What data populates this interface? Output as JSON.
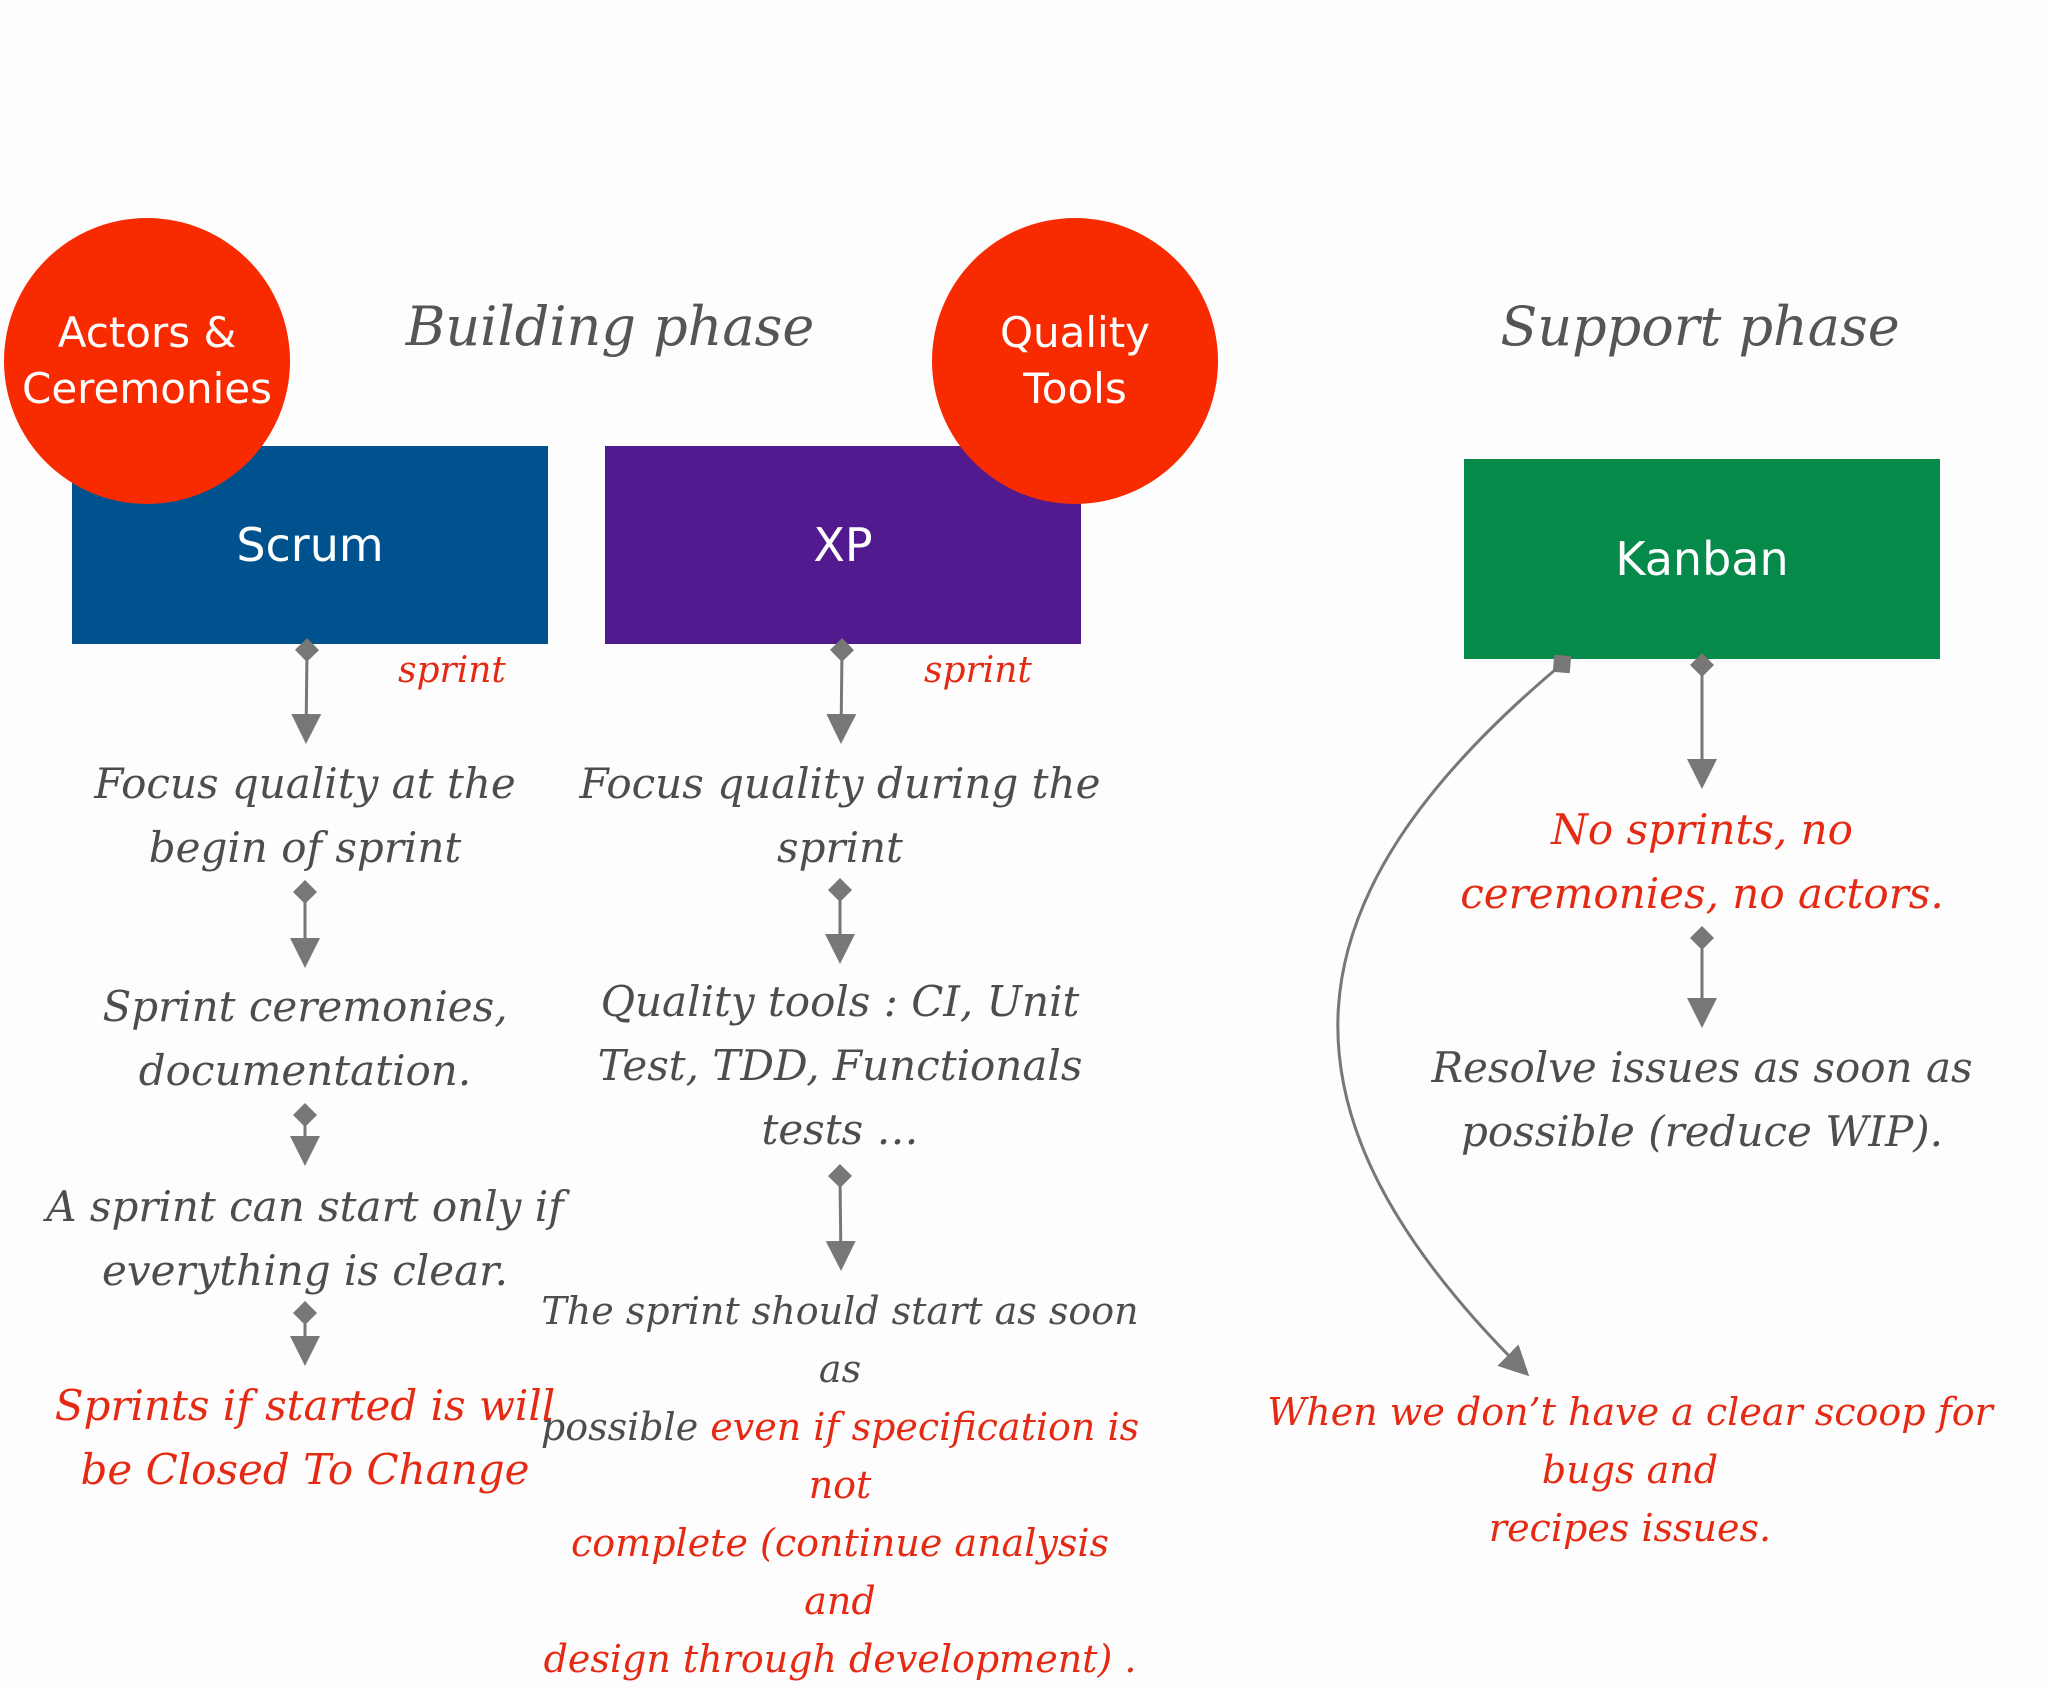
{
  "phases": {
    "building": "Building phase",
    "support": "Support phase"
  },
  "badges": {
    "actors_line1": "Actors &",
    "actors_line2": "Ceremonies",
    "quality_line1": "Quality",
    "quality_line2": "Tools"
  },
  "boxes": {
    "scrum": "Scrum",
    "xp": "XP",
    "kanban": "Kanban"
  },
  "labels": {
    "scrum_sprint": "sprint",
    "xp_sprint": "sprint"
  },
  "scrum_steps": {
    "s1_l1": "Focus quality at the",
    "s1_l2": "begin of sprint",
    "s2_l1": "Sprint ceremonies,",
    "s2_l2": "documentation.",
    "s3_l1": "A sprint can start only if",
    "s3_l2": "everything is clear.",
    "s4_l1": "Sprints if started is will",
    "s4_l2": "be Closed To Change"
  },
  "xp_steps": {
    "s1_l1": "Focus quality during the",
    "s1_l2": "sprint",
    "s2_l1": "Quality tools : CI, Unit",
    "s2_l2": "Test, TDD, Functionals",
    "s2_l3": "tests …",
    "s3_l1_gray": "The sprint should start as soon as",
    "s3_l2_gray": "possible ",
    "s3_l2_red": "even if specification is not",
    "s3_l3_red": "complete (continue analysis and",
    "s3_l4_red": "design through development) ."
  },
  "kanban_steps": {
    "s1_l1": "No sprints, no",
    "s1_l2": "ceremonies, no actors.",
    "s2_l1": "Resolve issues as soon as",
    "s2_l2": "possible (reduce WIP).",
    "s3_l1": "When we don’t have a clear scoop for bugs and",
    "s3_l2": "recipes issues."
  },
  "colors": {
    "scrum": "#00528f",
    "xp": "#521a8f",
    "kanban": "#058a4a",
    "badge": "#f72a00",
    "accent_text": "#e52a14",
    "body_text": "#4d4d4d",
    "connector": "#777777"
  }
}
